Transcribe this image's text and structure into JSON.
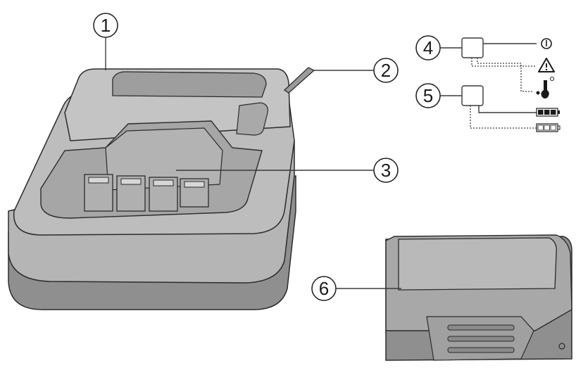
{
  "callouts": {
    "c1": "1",
    "c2": "2",
    "c3": "3",
    "c4": "4",
    "c5": "5",
    "c6": "6"
  },
  "icons": {
    "led4_line1": "power-icon",
    "led4_line2": "warning-triangle-icon",
    "led4_line3": "temperature-icon",
    "led5_line1": "battery-full-icon",
    "led5_line2": "battery-empty-icon"
  },
  "colors": {
    "housing_light": "#b9b9b9",
    "housing_mid": "#a8a8a8",
    "housing_dark": "#8c8c8c",
    "outline": "#2b2b2b"
  }
}
